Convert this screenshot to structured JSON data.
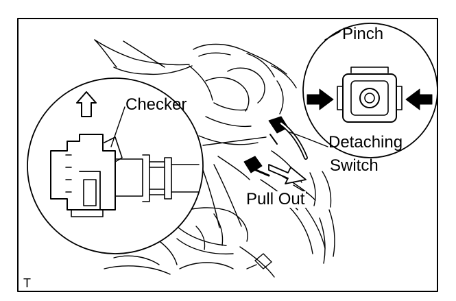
{
  "labels": {
    "checker": "Checker",
    "pinch": "Pinch",
    "detaching_line1": "Detaching",
    "detaching_line2": "Switch",
    "pull_out": "Pull Out",
    "corner_code": "T"
  },
  "colors": {
    "ink": "#000000",
    "paper": "#ffffff"
  },
  "icons": {
    "pinch_arrows": "arrow-right / arrow-left (solid)",
    "checker_arrow": "arrow-up (outline)",
    "pull_arrow": "arrow-down-right (outline)"
  }
}
